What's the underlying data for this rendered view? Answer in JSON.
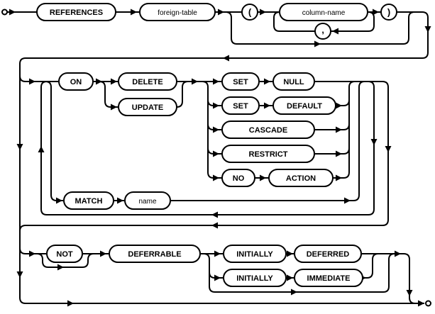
{
  "diagram": {
    "type": "railroad-syntax-diagram",
    "line_color": "#000000",
    "background": "#ffffff",
    "nodes": {
      "references": "REFERENCES",
      "foreign_table": "foreign-table",
      "open_paren": "(",
      "column_name": "column-name",
      "comma": ",",
      "close_paren": ")",
      "on": "ON",
      "delete": "DELETE",
      "update": "UPDATE",
      "set_1": "SET",
      "null_kw": "NULL",
      "set_2": "SET",
      "default_kw": "DEFAULT",
      "cascade": "CASCADE",
      "restrict": "RESTRICT",
      "no": "NO",
      "action": "ACTION",
      "match": "MATCH",
      "name": "name",
      "not": "NOT",
      "deferrable": "DEFERRABLE",
      "initially_1": "INITIALLY",
      "deferred": "DEFERRED",
      "initially_2": "INITIALLY",
      "immediate": "IMMEDIATE"
    }
  }
}
